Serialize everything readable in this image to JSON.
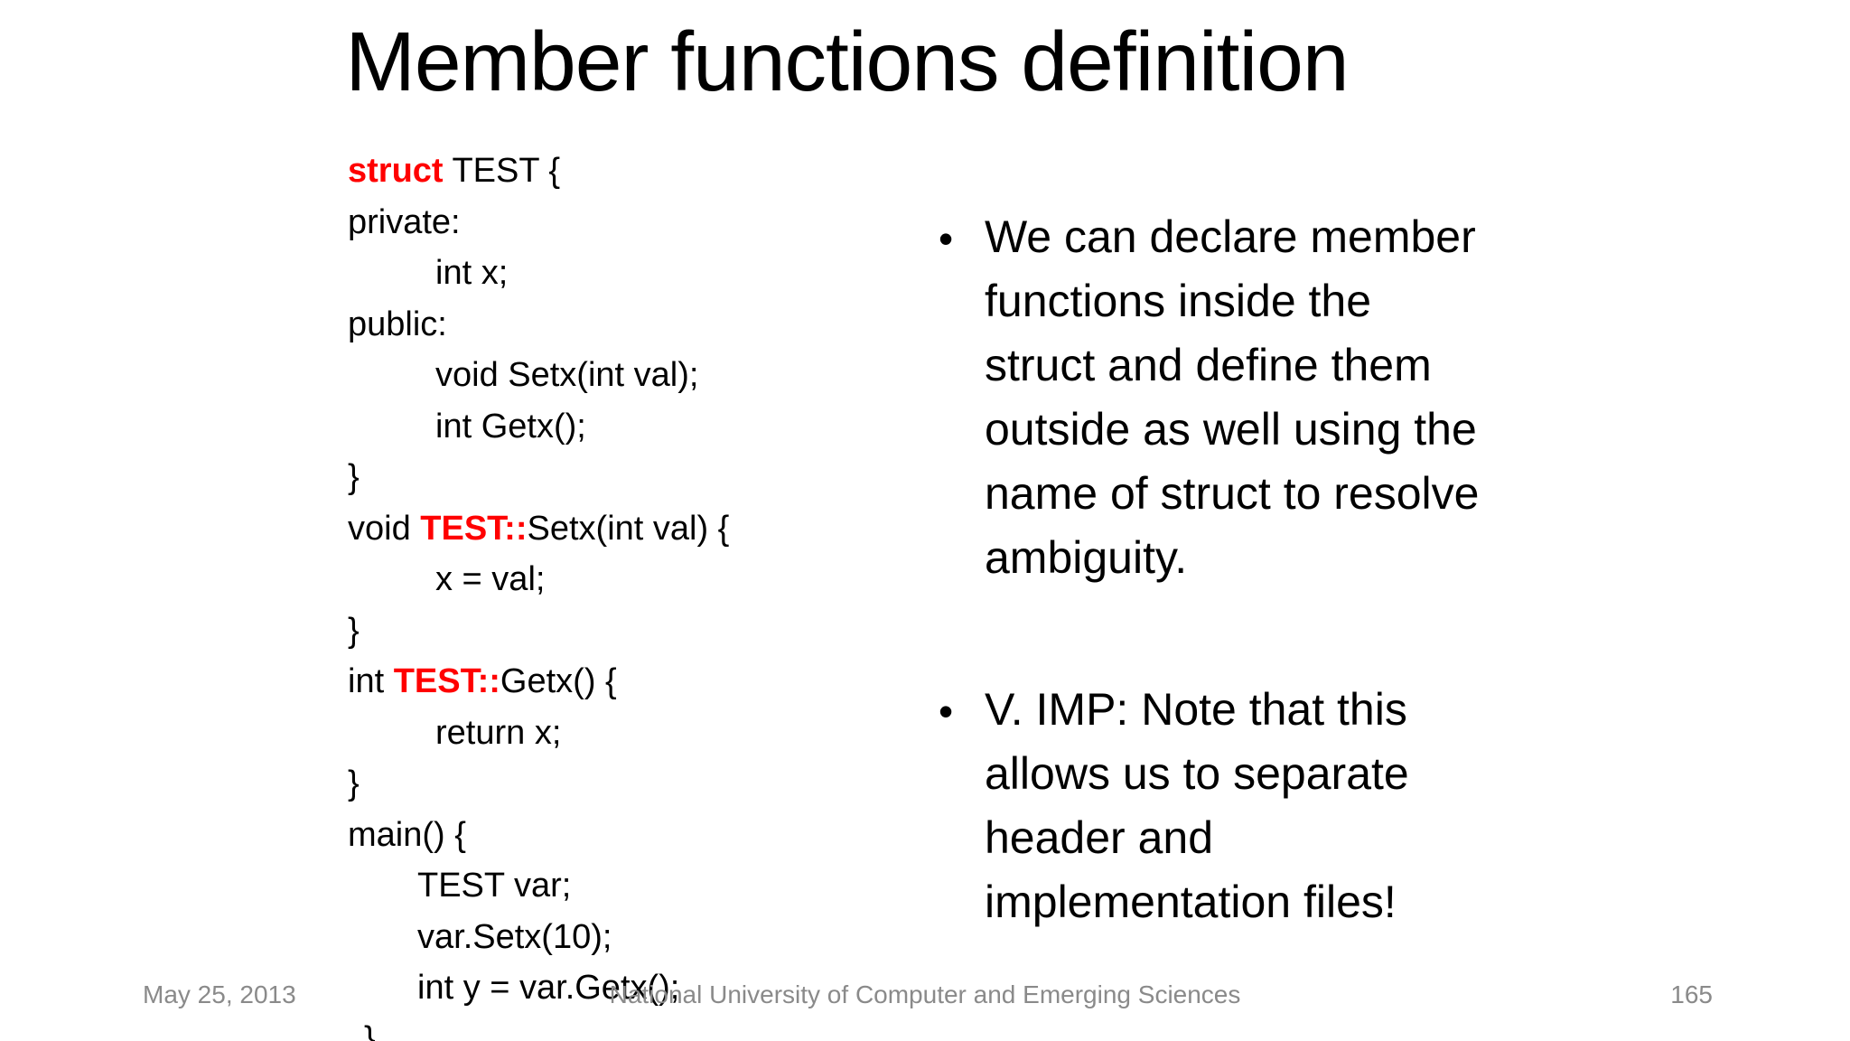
{
  "slide": {
    "title": "Member functions definition",
    "bullet_char": "•",
    "code": {
      "lines": [
        {
          "segments": [
            {
              "text": "struct",
              "style": "keyword"
            },
            {
              "text": " TEST {",
              "style": "plain"
            }
          ]
        },
        {
          "segments": [
            {
              "text": "private:",
              "style": "plain"
            }
          ]
        },
        {
          "segments": [
            {
              "text": "int x;",
              "style": "plain"
            }
          ]
        },
        {
          "segments": [
            {
              "text": "public:",
              "style": "plain"
            }
          ]
        },
        {
          "segments": [
            {
              "text": "void Setx(int val);",
              "style": "plain"
            }
          ]
        },
        {
          "segments": [
            {
              "text": "int Getx();",
              "style": "plain"
            }
          ]
        },
        {
          "segments": [
            {
              "text": "}",
              "style": "plain"
            }
          ]
        },
        {
          "segments": [
            {
              "text": "void ",
              "style": "plain"
            },
            {
              "text": "TEST::",
              "style": "keyword"
            },
            {
              "text": "Setx(int val) {",
              "style": "plain"
            }
          ]
        },
        {
          "segments": [
            {
              "text": "x = val;",
              "style": "plain"
            }
          ]
        },
        {
          "segments": [
            {
              "text": "}",
              "style": "plain"
            }
          ]
        },
        {
          "segments": [
            {
              "text": "int ",
              "style": "plain"
            },
            {
              "text": "TEST::",
              "style": "keyword"
            },
            {
              "text": "Getx() {",
              "style": "plain"
            }
          ]
        },
        {
          "segments": [
            {
              "text": "return x;",
              "style": "plain"
            }
          ]
        },
        {
          "segments": [
            {
              "text": "}",
              "style": "plain"
            }
          ]
        },
        {
          "segments": [
            {
              "text": "main() {",
              "style": "plain"
            }
          ]
        },
        {
          "segments": [
            {
              "text": "TEST var;",
              "style": "plain"
            }
          ]
        },
        {
          "segments": [
            {
              "text": "var.Setx(10);",
              "style": "plain"
            }
          ]
        },
        {
          "segments": [
            {
              "text": "int y = var.Getx();",
              "style": "plain"
            }
          ]
        },
        {
          "segments": [
            {
              "text": "}",
              "style": "plain"
            }
          ]
        }
      ]
    },
    "bullets": [
      {
        "text": "We can declare member functions inside the struct and define them outside as well using the name of struct to resolve ambiguity.",
        "lines": [
          "We can declare member",
          "functions inside the",
          "struct and define them",
          "outside as well using the",
          "name of struct to resolve",
          "ambiguity."
        ]
      },
      {
        "text": "V. IMP: Note that this allows us to separate header and implementation files!",
        "lines": [
          "V. IMP: Note that this",
          "allows us to separate",
          "header and",
          "implementation files!"
        ]
      }
    ],
    "footer": {
      "date": "May 25, 2013",
      "institution": "National University of Computer and Emerging Sciences",
      "page_number": "165"
    },
    "colors": {
      "background": "#FFFFFF",
      "text": "#000000",
      "keyword_red": "#FF0000",
      "footer_gray": "#8A8A8A"
    }
  }
}
